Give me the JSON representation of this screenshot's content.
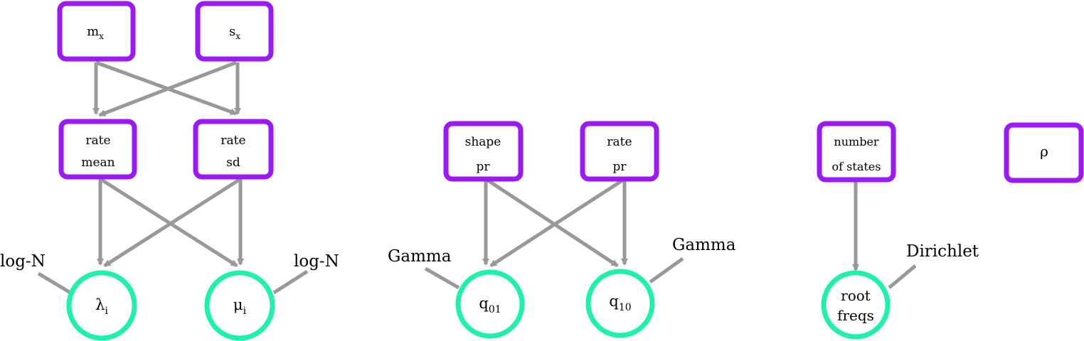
{
  "colors": {
    "constant_node_border": "#9b19f5",
    "stochastic_node_border": "#1ff2a8",
    "edge": "#999999"
  },
  "constant_nodes": {
    "mx": {
      "base": "m",
      "sub": "x"
    },
    "sx": {
      "base": "s",
      "sub": "x"
    },
    "rate_mean": {
      "line1": "rate",
      "line2": "mean"
    },
    "rate_sd": {
      "line1": "rate",
      "line2": "sd"
    },
    "shape_pr": {
      "line1": "shape",
      "line2": "pr"
    },
    "rate_pr": {
      "line1": "rate",
      "line2": "pr"
    },
    "num_states": {
      "line1": "number",
      "line2": "of states"
    },
    "rho": {
      "label": "ρ"
    }
  },
  "stochastic_nodes": {
    "lambda": {
      "base": "λ",
      "sub": "i",
      "distribution": "log-N"
    },
    "mu": {
      "base": "μ",
      "sub": "i",
      "distribution": "log-N"
    },
    "q01": {
      "base": "q",
      "sub": "01",
      "distribution": "Gamma"
    },
    "q10": {
      "base": "q",
      "sub": "10",
      "distribution": "Gamma"
    },
    "root_freqs": {
      "line1": "root",
      "line2": "freqs",
      "distribution": "Dirichlet"
    }
  },
  "edges": [
    [
      "mx",
      "rate_mean"
    ],
    [
      "mx",
      "rate_sd"
    ],
    [
      "sx",
      "rate_mean"
    ],
    [
      "sx",
      "rate_sd"
    ],
    [
      "rate_mean",
      "lambda"
    ],
    [
      "rate_mean",
      "mu"
    ],
    [
      "rate_sd",
      "lambda"
    ],
    [
      "rate_sd",
      "mu"
    ],
    [
      "shape_pr",
      "q01"
    ],
    [
      "shape_pr",
      "q10"
    ],
    [
      "rate_pr",
      "q01"
    ],
    [
      "rate_pr",
      "q10"
    ],
    [
      "num_states",
      "root_freqs"
    ]
  ]
}
